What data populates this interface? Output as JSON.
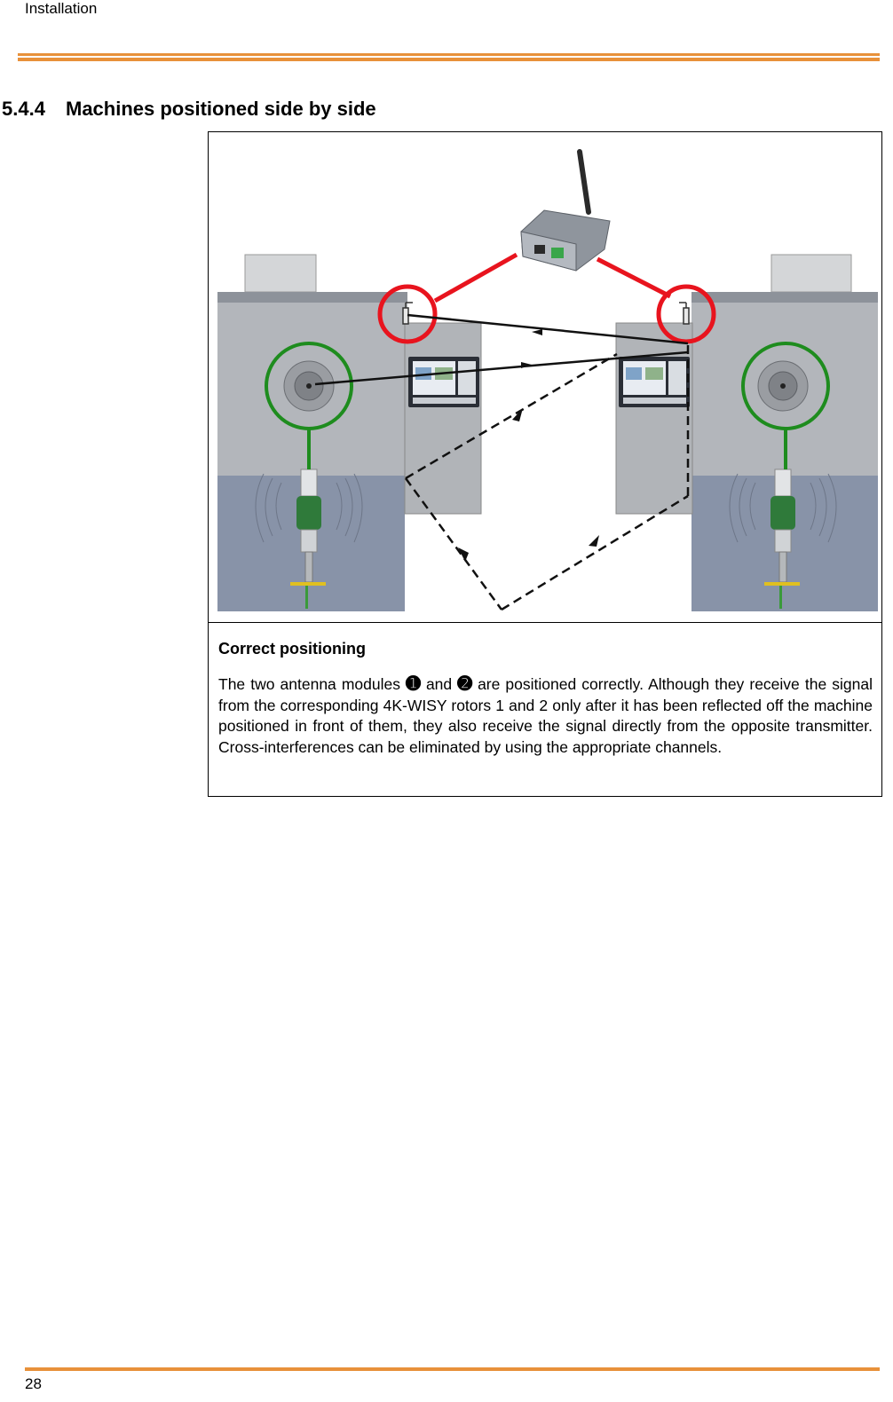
{
  "header": {
    "section_name": "Installation"
  },
  "section": {
    "number": "5.4.4",
    "title": "Machines positioned side by side"
  },
  "figure": {
    "caption_title": "Correct positioning",
    "caption_part1": "The two antenna modules",
    "marker1": "➊",
    "caption_part2": "and",
    "marker2": "➋",
    "caption_part3": "are positioned correctly. Although they receive the signal from the corresponding 4K-WISY rotors 1 and 2 only after it has been reflected off the machine positioned in front of them, they also receive the signal directly from the opposite transmitter. Cross-interferences can be eliminated by using the appropriate channels."
  },
  "footer": {
    "page_number": "28"
  },
  "colors": {
    "accent": "#e8913a",
    "red_marker": "#e8141e",
    "green_marker": "#1e8c1e"
  }
}
